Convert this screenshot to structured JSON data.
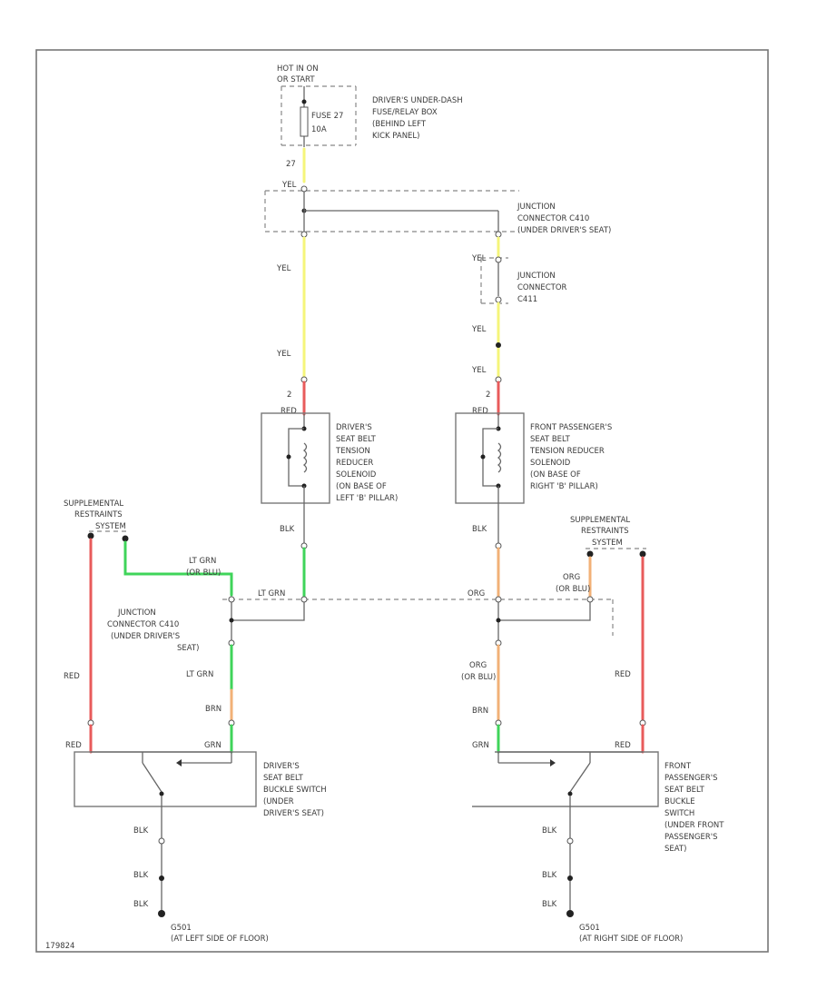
{
  "power": {
    "hot_in_on": "HOT IN ON",
    "hot_sub": "OR START",
    "fuse_name": "FUSE 27",
    "fuse_rating": "10A"
  },
  "fuse_box": {
    "line1": "DRIVER'S UNDER-DASH",
    "line2": "FUSE/RELAY BOX",
    "line3": "(BEHIND LEFT",
    "line4": "KICK PANEL)"
  },
  "jc_c410": {
    "line1": "JUNCTION",
    "line2": "CONNECTOR C410",
    "line3": "(UNDER DRIVER'S SEAT)"
  },
  "jc_c411": {
    "line1": "JUNCTION",
    "line2": "CONNECTOR",
    "line3": "C411"
  },
  "jc_c410_lower": {
    "line1": "JUNCTION",
    "line2": "CONNECTOR C410",
    "line3": "(UNDER DRIVER'S",
    "line4": "SEAT)"
  },
  "driver_solenoid": {
    "line1": "DRIVER'S",
    "line2": "SEAT BELT",
    "line3": "TENSION",
    "line4": "REDUCER",
    "line5": "SOLENOID",
    "line6": "(ON BASE OF",
    "line7": "LEFT 'B' PILLAR)"
  },
  "pass_solenoid": {
    "line1": "FRONT PASSENGER'S",
    "line2": "SEAT BELT",
    "line3": "TENSION REDUCER",
    "line4": "SOLENOID",
    "line5": "(ON BASE OF",
    "line6": "RIGHT 'B' PILLAR)"
  },
  "srs_left": {
    "line1": "SUPPLEMENTAL",
    "line2": "RESTRAINTS",
    "line3": "SYSTEM"
  },
  "srs_right": {
    "line1": "SUPPLEMENTAL",
    "line2": "RESTRAINTS",
    "line3": "SYSTEM"
  },
  "driver_switch": {
    "line1": "DRIVER'S",
    "line2": "SEAT BELT",
    "line3": "BUCKLE SWITCH",
    "line4": "(UNDER",
    "line5": "DRIVER'S SEAT)"
  },
  "pass_switch": {
    "line1": "FRONT",
    "line2": "PASSENGER'S",
    "line3": "SEAT BELT",
    "line4": "BUCKLE",
    "line5": "SWITCH",
    "line6": "(UNDER FRONT",
    "line7": "PASSENGER'S",
    "line8": "SEAT)"
  },
  "ground_left": {
    "line1": "G501",
    "line2": "(AT LEFT SIDE OF FLOOR)"
  },
  "ground_right": {
    "line1": "G501",
    "line2": "(AT RIGHT SIDE OF FLOOR)"
  },
  "wires": {
    "yel": "YEL",
    "red": "RED",
    "blk": "BLK",
    "lt_grn": "LT GRN",
    "or_blu": "(OR BLU)",
    "org": "ORG",
    "brn": "BRN",
    "grn": "GRN",
    "pin_27": "27",
    "pin_2": "2"
  },
  "footer_code": "179824",
  "colors": {
    "yellow": "#f5f57a",
    "red": "#e85b5b",
    "green": "#3fd45a",
    "orange": "#f2b177",
    "frame": "#777777"
  }
}
